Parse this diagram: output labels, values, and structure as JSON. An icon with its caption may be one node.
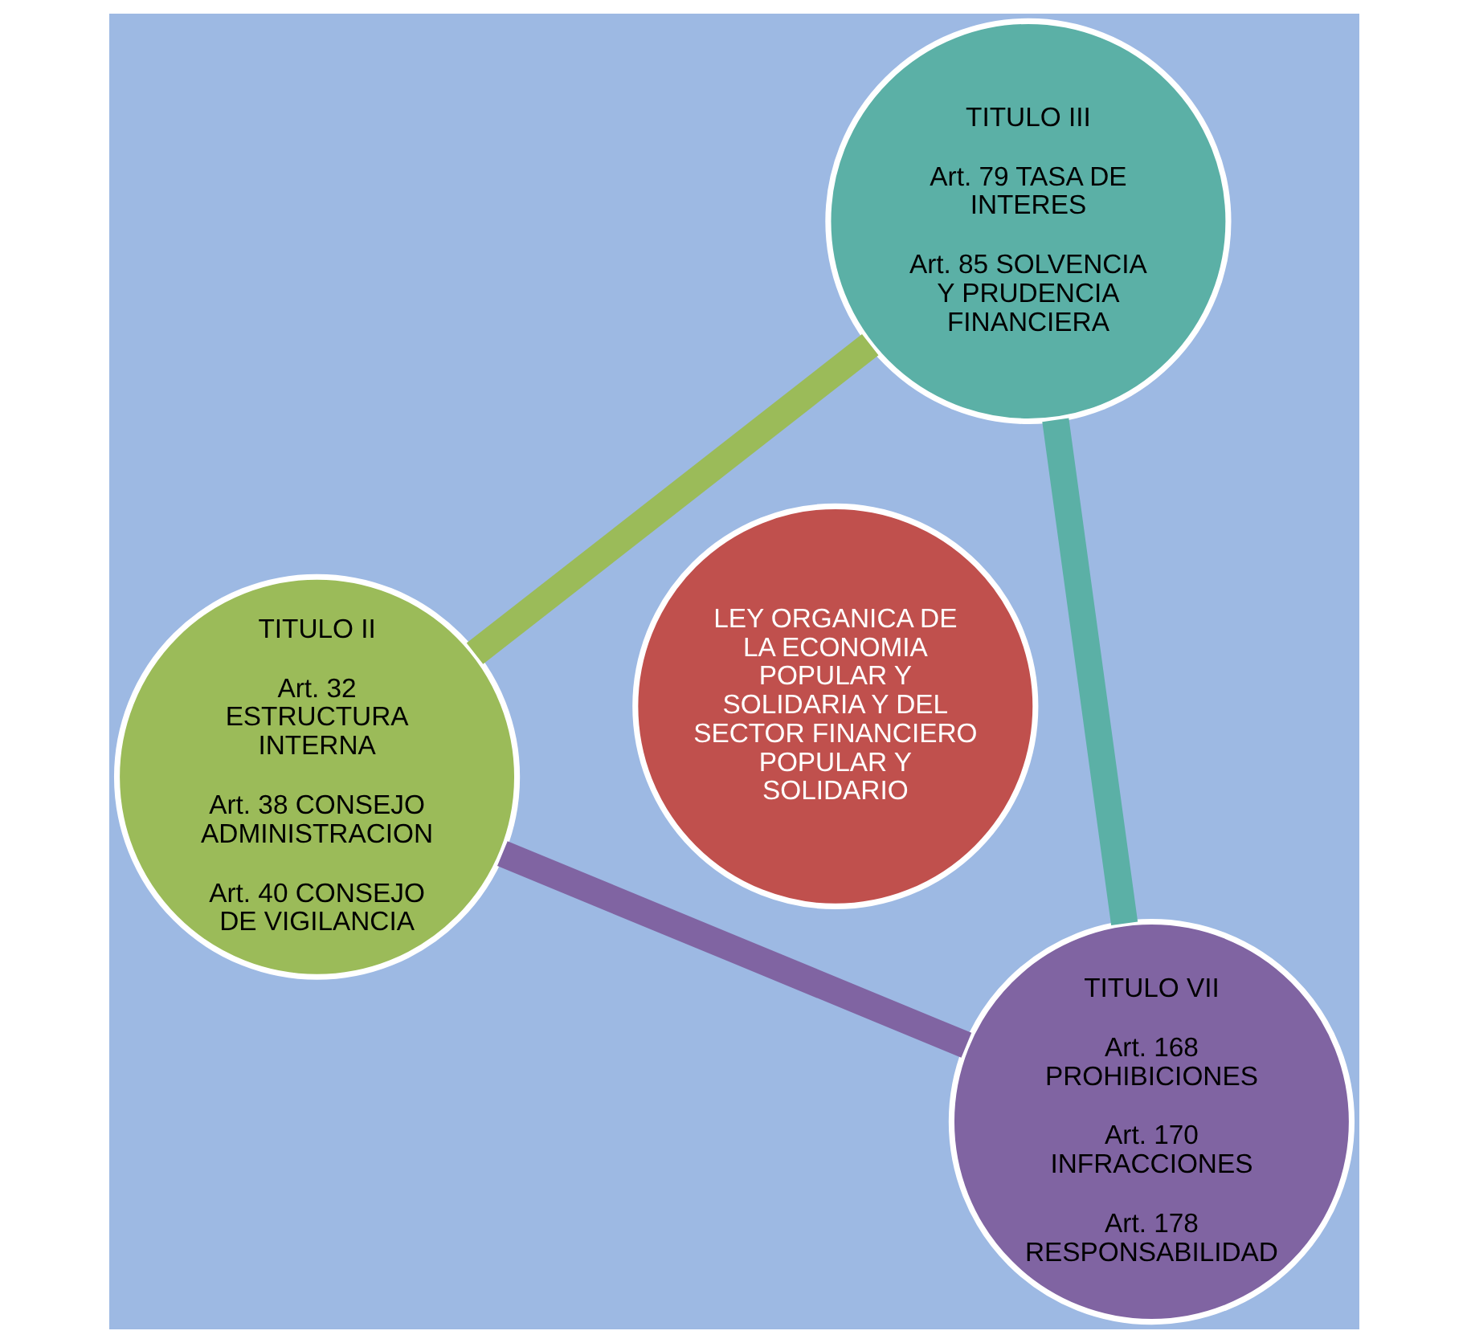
{
  "diagram": {
    "nodes": [
      {
        "text": [
          "TITULO II",
          "Art. 32 ESTRUCTURA INTERNA",
          "Art. 38 CONSEJO ADMINISTRACION",
          "Art. 40 CONSEJO DE VIGILANCIA"
        ]
      },
      {
        "text": [
          "LEY ORGANICA DE LA ECONOMIA POPULAR Y SOLIDARIA Y DEL SECTOR FINANCIERO POPULAR Y SOLIDARIO"
        ]
      },
      {
        "text": [
          "TITULO VII",
          "Art. 168 PROHIBICIONES",
          "Art. 170 INFRACCIONES",
          "Art. 178 RESPONSABILIDAD"
        ]
      },
      {
        "text": [
          "TITULO III",
          "Art. 79 TASA DE INTERES",
          "Art. 85 SOLVENCIA Y PRUDENCIA FINANCIERA"
        ]
      }
    ],
    "edges": [
      {
        "from": 0,
        "to": 3,
        "arrow": "none",
        "color": "#9bbb59"
      },
      {
        "from": 3,
        "to": 2,
        "arrow": "none",
        "color": "#5bb0a6"
      },
      {
        "from": 2,
        "to": 0,
        "arrow": "none",
        "color": "#8064a2"
      }
    ]
  }
}
